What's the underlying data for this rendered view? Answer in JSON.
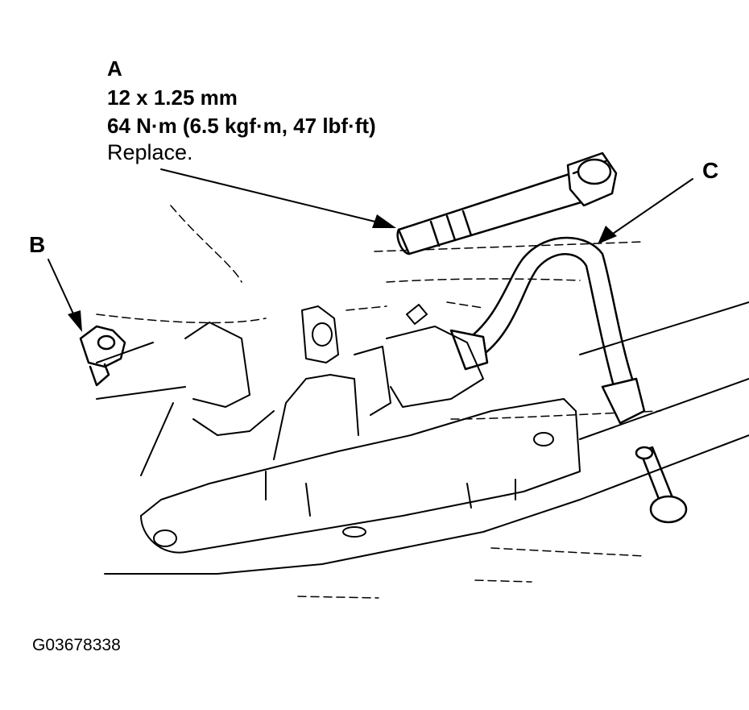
{
  "callouts": {
    "a": {
      "letter": "A",
      "size": "12 x 1.25 mm",
      "torque": "64 N·m (6.5 kgf·m, 47 lbf·ft)",
      "note": "Replace."
    },
    "b": {
      "letter": "B"
    },
    "c": {
      "letter": "C"
    }
  },
  "figure_id": "G03678338",
  "colors": {
    "ink": "#000000",
    "paper": "#ffffff"
  }
}
